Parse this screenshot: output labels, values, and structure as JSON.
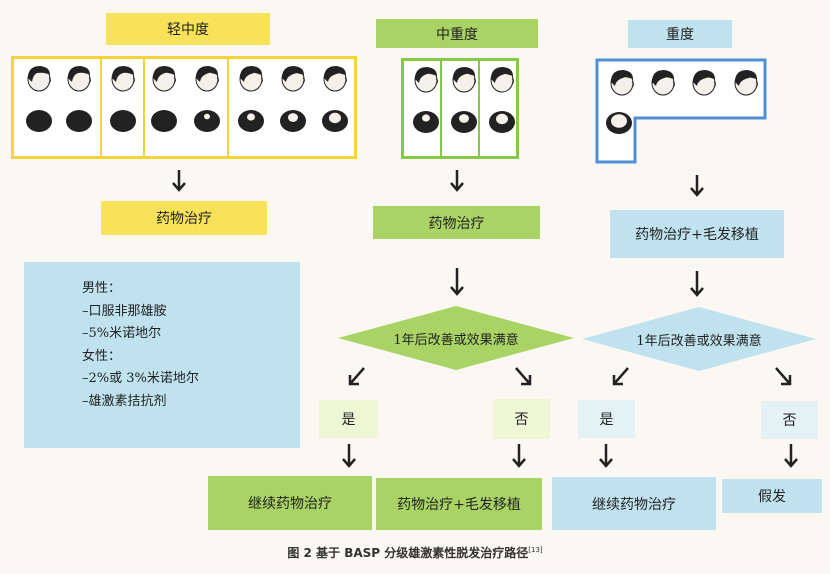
{
  "columns": {
    "mild": {
      "title": "轻中度",
      "treatment": "药物治疗"
    },
    "moderate": {
      "title": "中重度",
      "treatment": "药物治疗"
    },
    "severe": {
      "title": "重度",
      "treatment": "药物治疗+毛发移植"
    }
  },
  "medication_panel": {
    "male_heading": "男性：",
    "male_items": [
      "–口服非那雄胺",
      "–5%米诺地尔"
    ],
    "female_heading": "女性：",
    "female_items": [
      "–2%或 3%米诺地尔",
      "–雄激素拮抗剂"
    ]
  },
  "decisions": {
    "moderate": {
      "question": "1年后改善或效果满意",
      "yes_label": "是",
      "no_label": "否",
      "yes_result": "继续药物治疗",
      "no_result": "药物治疗+毛发移植"
    },
    "severe": {
      "question": "1年后改善或效果满意",
      "yes_label": "是",
      "no_label": "否",
      "yes_result": "继续药物治疗",
      "no_result": "假发"
    }
  },
  "caption": {
    "text": "图 2   基于 BASP 分级雄激素性脱发治疗路径",
    "ref": "[13]"
  },
  "colors": {
    "mild": "#f8e25a",
    "moderate": "#a9d465",
    "severe": "#bfe2ee",
    "mild_border": "#f3d23a",
    "moderate_border": "#86c94a",
    "severe_border": "#4f8fd6"
  }
}
